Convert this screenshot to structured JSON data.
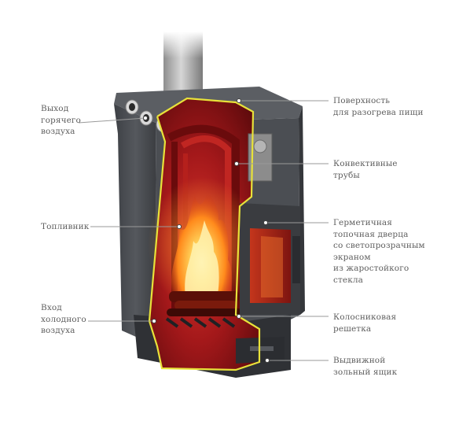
{
  "diagram": {
    "labels": {
      "hot_air_outlet": "Выход\nгорячего\nвоздуха",
      "firebox": "Топливник",
      "cold_air_inlet": "Вход\nхолодного\nвоздуха",
      "cooking_surface": "Поверхность\nдля разогрева пищи",
      "convection_tubes": "Конвективные\nтрубы",
      "sealed_door": "Герметичная\nтопочная дверца\nсо светопрозрачным\nэкраном\nиз жаростойкого\nстекла",
      "grate": "Колосниковая\nрешетка",
      "ash_drawer": "Выдвижной\nзольный ящик"
    },
    "colors": {
      "stove_body": "#4a4d52",
      "stove_dark": "#2e3034",
      "interior_red": "#8b0f10",
      "flame_core": "#ffe27a",
      "cutaway_outline": "#e8e23a",
      "label_text": "#5f5f5f"
    }
  }
}
